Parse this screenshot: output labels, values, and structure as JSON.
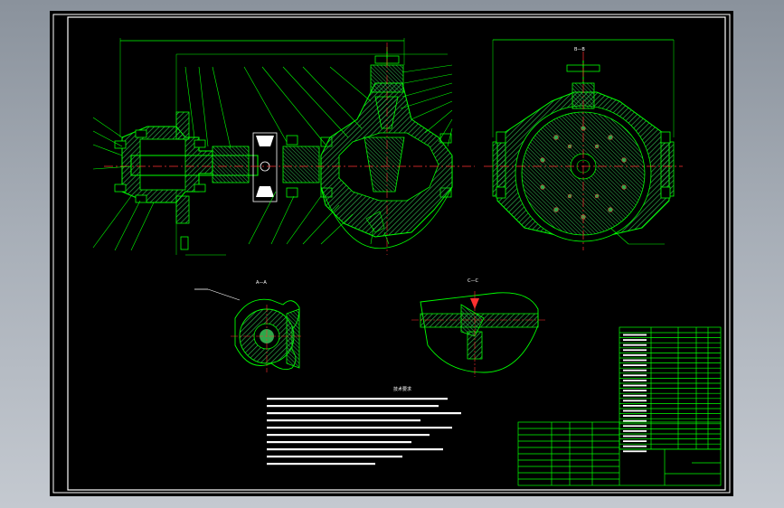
{
  "drawing": {
    "section_labels": [
      "B—B",
      "A—A",
      "C—C"
    ],
    "notes_title": "技术要求",
    "notes_count": 10,
    "colors": {
      "background": "#000000",
      "frame": "#ffffff",
      "outline": "#00ff00",
      "centerline": "#ff3030",
      "hatch": "#2ea84a",
      "leader": "#00ff00",
      "text": "#ffffff",
      "fastener": "#00ffff"
    }
  }
}
